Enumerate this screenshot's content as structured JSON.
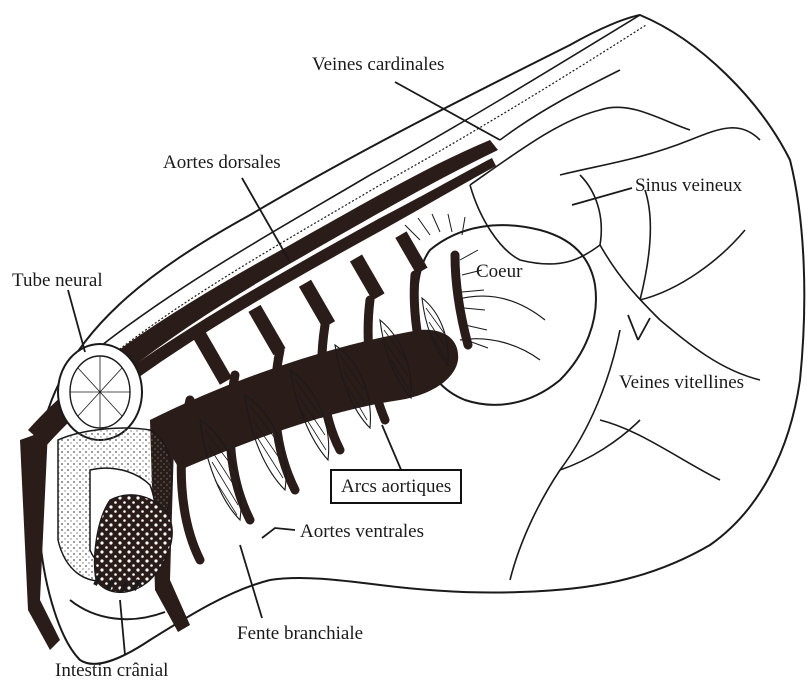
{
  "labels": {
    "veines_cardinales": "Veines cardinales",
    "aortes_dorsales": "Aortes dorsales",
    "sinus_veineux": "Sinus veineux",
    "tube_neural": "Tube neural",
    "coeur": "Coeur",
    "veines_vitellines": "Veines vitellines",
    "arcs_aortiques": "Arcs aortiques",
    "aortes_ventrales": "Aortes ventrales",
    "fente_branchiale": "Fente branchiale",
    "intestin_cranial": "Intestin crânial"
  },
  "highlighted_label": "arcs_aortiques",
  "colors": {
    "ink": "#1a1a1a",
    "vessel_fill": "#2a1c18",
    "background": "#ffffff"
  }
}
